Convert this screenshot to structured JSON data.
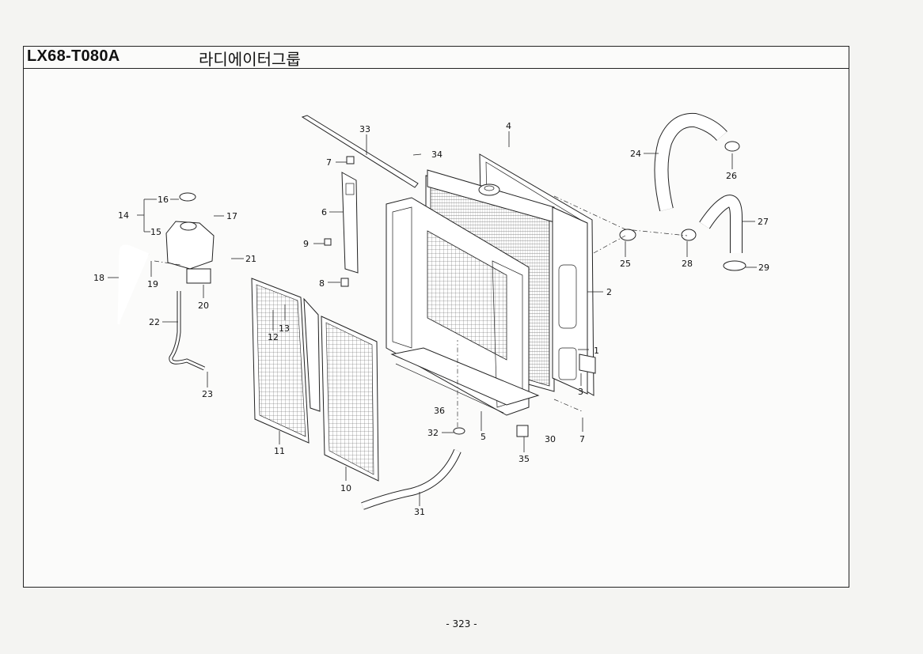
{
  "header": {
    "code": "LX68-T080A",
    "title": "라디에이터그룹"
  },
  "page_number": "- 323 -",
  "callouts": [
    "1",
    "2",
    "3",
    "4",
    "5",
    "6",
    "7",
    "7",
    "8",
    "9",
    "10",
    "11",
    "12",
    "13",
    "14",
    "15",
    "16",
    "17",
    "18",
    "19",
    "20",
    "21",
    "22",
    "23",
    "24",
    "25",
    "26",
    "27",
    "28",
    "29",
    "30",
    "31",
    "32",
    "33",
    "34",
    "35",
    "36"
  ]
}
